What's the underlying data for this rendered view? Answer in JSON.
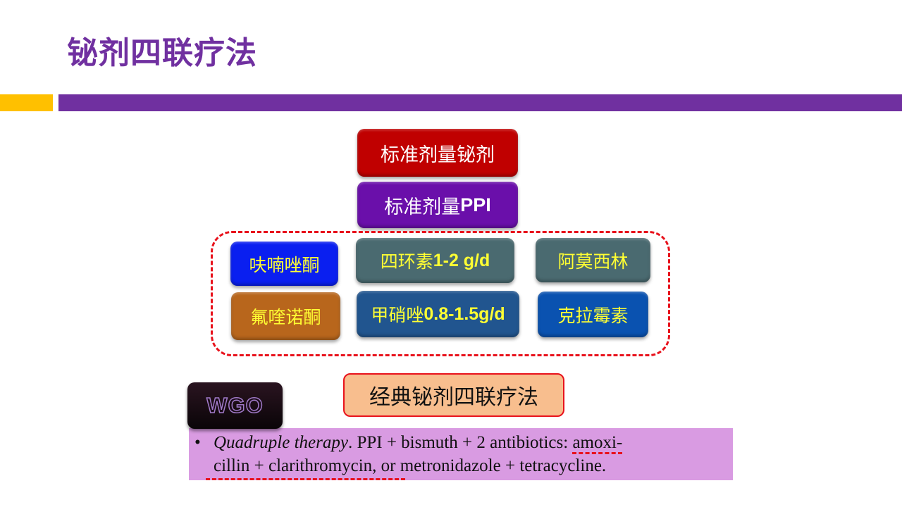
{
  "slide": {
    "title": "铋剂四联疗法",
    "colors": {
      "title": "#7030a0",
      "accent_bar": "#ffc000",
      "main_bar": "#7030a0"
    }
  },
  "regimen": {
    "bismuth": "标准剂量铋剂",
    "ppi": {
      "prefix": "标准剂量",
      "bold": "PPI"
    },
    "antibiotics": [
      {
        "name": "呋喃唑酮",
        "dose": "",
        "color": "#0a1ff0"
      },
      {
        "name": "四环素 ",
        "dose": "1-2 g/d",
        "color": "#4a6a70"
      },
      {
        "name": "阿莫西林",
        "dose": "",
        "color": "#4a6a70"
      },
      {
        "name": "氟喹诺酮",
        "dose": "",
        "color": "#b8661c"
      },
      {
        "name": "甲硝唑",
        "dose": "0.8-1.5g/d",
        "color": "#21558f"
      },
      {
        "name": "克拉霉素",
        "dose": "",
        "color": "#0a52b0"
      }
    ],
    "classic_label": "经典铋剂四联疗法"
  },
  "source": {
    "badge": "WGO",
    "quote_line1_italic": "Quadruple therapy",
    "quote_line1_rest": ". PPI + bismuth + 2 antibiotics: ",
    "quote_line1_underlined": "amoxi-",
    "quote_line2_underlined": "cillin + clarithromycin",
    "quote_line2_rest": ", or metronidazole + tetracycline.",
    "bullet": "•",
    "colors": {
      "highlight": "#d99be2",
      "underline": "#e8121c"
    }
  }
}
